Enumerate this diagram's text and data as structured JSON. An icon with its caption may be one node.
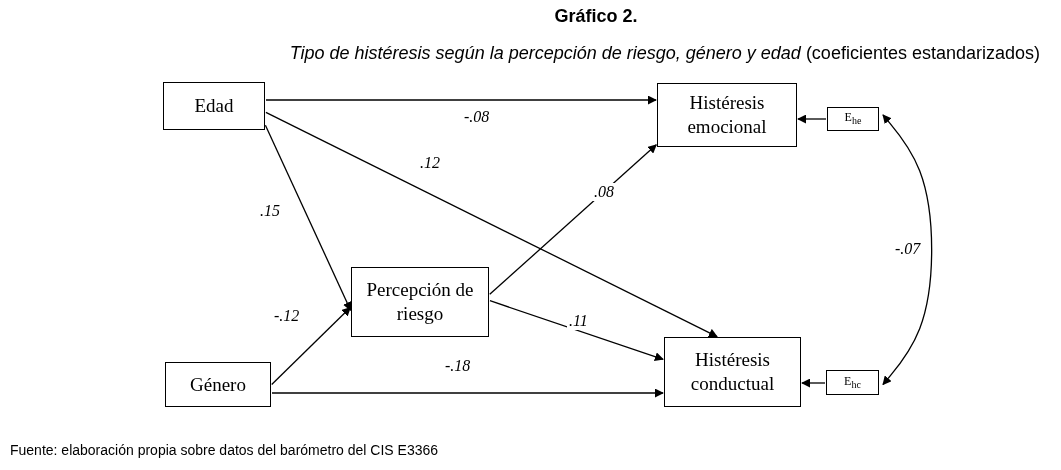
{
  "diagram": {
    "title": "Gráfico 2.",
    "caption": "Fuente: elaboración propia sobre datos del barómetro del CIS E3366",
    "labels": [
      "*Tipo de histéresis según la percepción de riesgo, género y edad* (coeficientes estandarizados)"
    ],
    "nodes": [
      {
        "text": [
          "Edad"
        ]
      },
      {
        "text": [
          "Histéresis emocional"
        ]
      },
      {
        "text": [
          "E$_{he}$"
        ]
      },
      {
        "text": [
          "Percepción de riesgo"
        ]
      },
      {
        "text": [
          "Género"
        ]
      },
      {
        "text": [
          "Histéresis conductual"
        ]
      },
      {
        "text": [
          "E$_{hc}$"
        ]
      }
    ],
    "edges": [
      {
        "from": 0,
        "to": 1,
        "arrow": "to",
        "label": "-.08"
      },
      {
        "from": 0,
        "to": 5,
        "arrow": "to",
        "label": ".12"
      },
      {
        "from": 0,
        "to": 3,
        "arrow": "to",
        "label": ".15"
      },
      {
        "from": 3,
        "to": 1,
        "arrow": "to",
        "label": ".08"
      },
      {
        "from": 4,
        "to": 3,
        "arrow": "to",
        "label": "-.12"
      },
      {
        "from": 3,
        "to": 5,
        "arrow": "to",
        "label": ".11"
      },
      {
        "from": 4,
        "to": 5,
        "arrow": "to",
        "label": "-.18"
      },
      {
        "from": 2,
        "to": 1,
        "arrow": "to"
      },
      {
        "from": 6,
        "to": 5,
        "arrow": "to"
      },
      {
        "from": 2,
        "to": 6,
        "arrow": "both",
        "label": "-.07"
      }
    ]
  }
}
